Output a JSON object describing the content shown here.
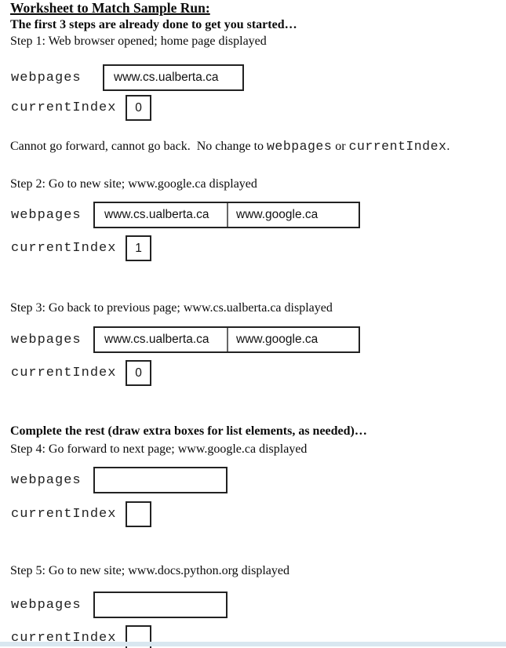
{
  "document": {
    "title": "Worksheet to Match Sample Run:",
    "intro": "The first 3 steps are already done to get you started…",
    "note": {
      "part1": "Cannot go forward, cannot go back.  No change to ",
      "code1": "webpages",
      "part2": " or ",
      "code2": "currentIndex",
      "part3": "."
    },
    "complete_heading": "Complete the rest (draw extra boxes for list elements, as needed)…"
  },
  "labels": {
    "webpages": "webpages",
    "current_index": "currentIndex"
  },
  "steps": [
    {
      "title": "Step 1: Web browser opened; home page displayed",
      "webpages": [
        "www.cs.ualberta.ca"
      ],
      "currentIndex": "0"
    },
    {
      "title": "Step 2: Go to new site; www.google.ca displayed",
      "webpages": [
        "www.cs.ualberta.ca",
        "www.google.ca"
      ],
      "currentIndex": "1"
    },
    {
      "title": "Step 3: Go back to previous page; www.cs.ualberta.ca displayed",
      "webpages": [
        "www.cs.ualberta.ca",
        "www.google.ca"
      ],
      "currentIndex": "0"
    },
    {
      "title": "Step 4: Go forward to next page; www.google.ca displayed",
      "webpages": [
        ""
      ],
      "currentIndex": ""
    },
    {
      "title": "Step 5: Go to new site; www.docs.python.org displayed",
      "webpages": [
        ""
      ],
      "currentIndex": ""
    }
  ],
  "colors": {
    "text": "#000000",
    "box_border": "#222222",
    "bottom_bar": "#d9e7f0"
  }
}
